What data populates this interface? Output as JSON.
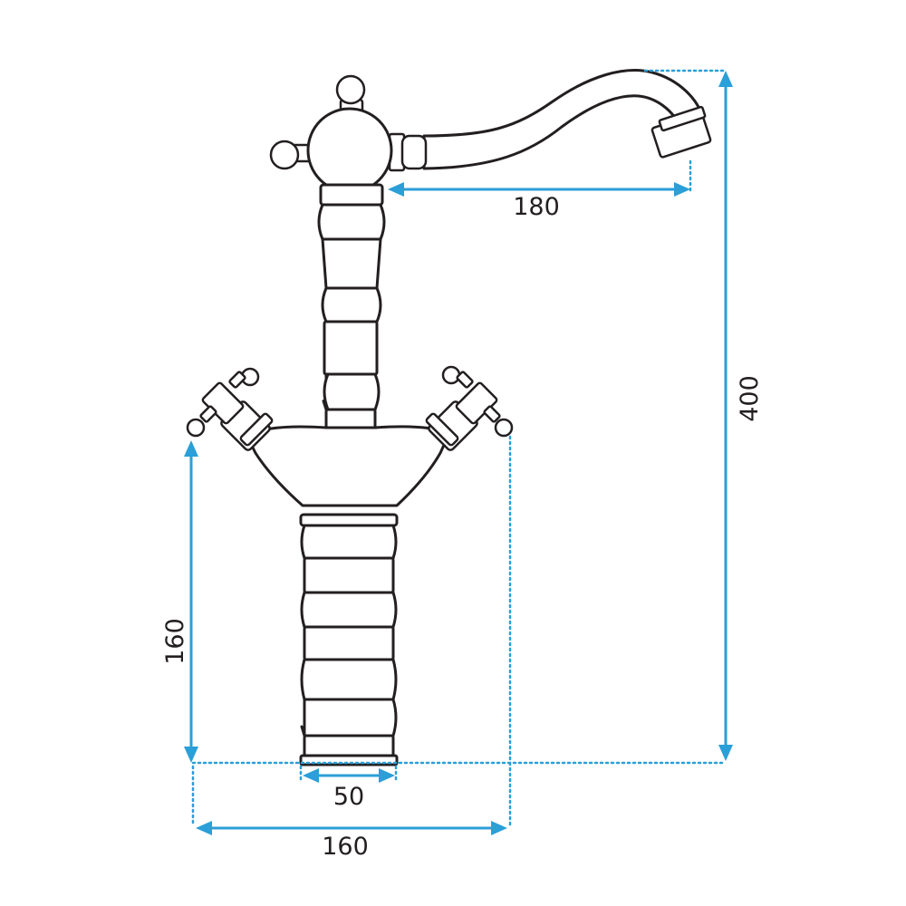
{
  "diagram": {
    "colors": {
      "outline": "#231f20",
      "dimension": "#2a9fd8",
      "background": "#ffffff"
    },
    "dimensions": {
      "spout_reach": "180",
      "total_height": "400",
      "handle_height": "160",
      "base_diameter": "50",
      "total_width": "160"
    }
  }
}
